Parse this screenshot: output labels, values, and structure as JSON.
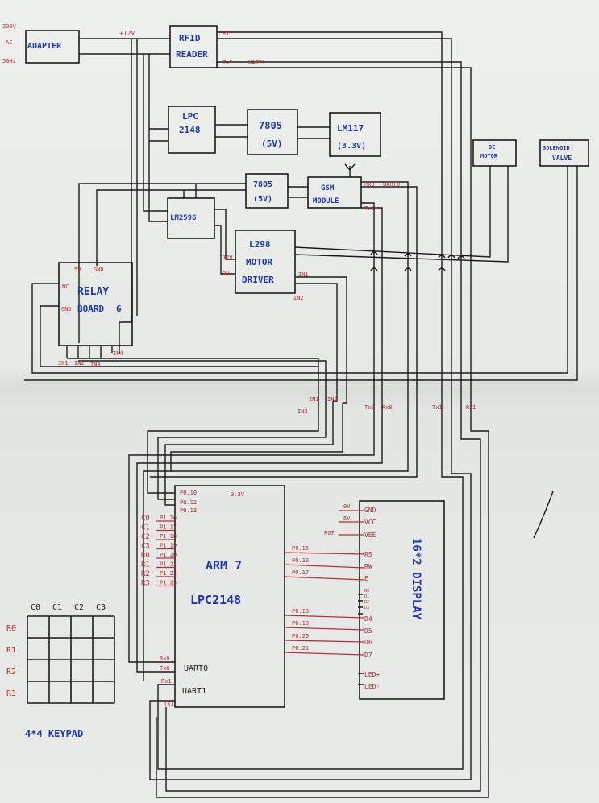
{
  "power": {
    "v230": "230V",
    "ac": "AC",
    "hz": "50Hz",
    "plus12": "+12V"
  },
  "blocks": {
    "adapter": "ADAPTER",
    "rfid1": "RFID",
    "rfid2": "READER",
    "lpc1": "LPC",
    "lpc2": "2148",
    "reg7805a_1": "7805",
    "reg7805a_2": "(5V)",
    "lm117_1": "LM117",
    "lm117_2": "(3.3V)",
    "dc1": "DC",
    "dc2": "MOTOR",
    "sol1": "SOLENOID",
    "sol2": "VALVE",
    "reg7805b_1": "7805",
    "reg7805b_2": "(5V)",
    "gsm1": "GSM",
    "gsm2": "MODULE",
    "lm2596": "LM2596",
    "l298_1": "L298",
    "l298_2": "MOTOR",
    "l298_3": "DRIVER",
    "relay1": "RELAY",
    "relay2": "BOARD",
    "arm1": "ARM 7",
    "arm2": "LPC2148",
    "lcd": "16*2 DISPLAY",
    "keypad": "4*4 KEYPAD"
  },
  "labels": {
    "rx1": "Rx1",
    "tx1": "Tx1",
    "uart1": "UART1",
    "rx0": "Rx0",
    "uart0": "UART0",
    "tx0": "Tx0",
    "v12": "12V",
    "v0": "0V",
    "in1": "IN1",
    "in2": "IN2",
    "v5": "5V",
    "gnd": "GND",
    "nc": "NC",
    "gnd2": "GND",
    "g6": "6",
    "rin1": "IN1",
    "rin2": "IN2",
    "rin3": "IN3",
    "rin4": "IN4",
    "bin1": "IN1",
    "bin2": "IN2",
    "bin3": "IN3",
    "btx0": "Tx0",
    "brx0": "Rx0",
    "btx1": "Tx1",
    "brx1": "Rx1",
    "p010": "P0.10",
    "p012": "P0.12",
    "p013": "P0.13",
    "v33": "3.3V",
    "armuart0": "UART0",
    "armuart1": "UART1",
    "arx0": "Rx0",
    "atx0": "Tx0",
    "arx1": "Rx1",
    "atx1": "Tx1",
    "lcd0v": "0V",
    "lcd5v": "5V",
    "lcdpot": "POT"
  },
  "arm_left_pins": [
    "P1.16",
    "P1.17",
    "P1.18",
    "P1.19",
    "P1.20",
    "P1.21",
    "P1.22",
    "P1.23"
  ],
  "arm_left_sigs": [
    "C0",
    "C1",
    "C2",
    "C3",
    "R0",
    "R1",
    "R2",
    "R3"
  ],
  "arm_right_pins": [
    "P0.15",
    "P0.16",
    "P0.17",
    "P0.18",
    "P0.19",
    "P0.20",
    "P0.21"
  ],
  "lcd_pins": [
    "GND",
    "VCC",
    "VEE",
    "RS",
    "RW",
    "E",
    "D0",
    "D1",
    "D2",
    "D3",
    "D4",
    "D5",
    "D6",
    "D7",
    "LED+",
    "LED-"
  ],
  "keypad_cols": [
    "C0",
    "C1",
    "C2",
    "C3"
  ],
  "keypad_rows": [
    "R0",
    "R1",
    "R2",
    "R3"
  ]
}
